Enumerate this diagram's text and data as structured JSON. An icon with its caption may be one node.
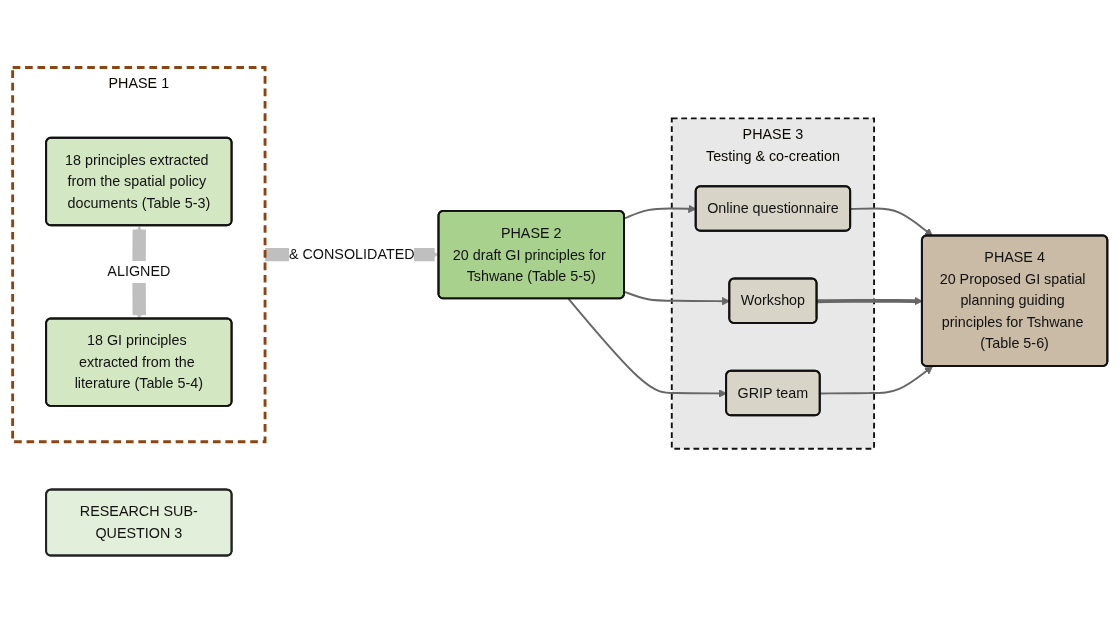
{
  "diagram": {
    "nodes": [
      {
        "text": [
          "RESEARCH SUB-QUESTION 3"
        ]
      },
      {
        "text": [
          "PHASE 1"
        ]
      },
      {
        "text": [
          "18 principles extracted from the spatial policy documents (Table 5-3)"
        ],
        "in": 1
      },
      {
        "text": [
          "18 GI principles extracted from the literature (Table 5-4)"
        ],
        "in": 1
      },
      {
        "text": [
          "PHASE 2",
          "20 draft GI principles for Tshwane (Table 5-5)"
        ]
      },
      {
        "text": [
          "PHASE 3",
          "Testing & co-creation"
        ]
      },
      {
        "text": [
          "Online questionnaire"
        ],
        "in": 5
      },
      {
        "text": [
          "Workshop"
        ],
        "in": 5
      },
      {
        "text": [
          "GRIP team"
        ],
        "in": 5
      },
      {
        "text": [
          "PHASE 4",
          "20 Proposed GI spatial planning guiding principles for Tshwane (Table 5-6)"
        ]
      }
    ],
    "edges": [
      {
        "from": 2,
        "to": 3,
        "arrow": "both",
        "label": "ALIGNED",
        "style": "thick",
        "color": "#bfbfbf"
      },
      {
        "from": 1,
        "to": 4,
        "arrow": "to",
        "label": "& CONSOLIDATED",
        "style": "thick",
        "color": "#bfbfbf"
      },
      {
        "from": 4,
        "to": 6,
        "arrow": "to"
      },
      {
        "from": 4,
        "to": 7,
        "arrow": "to"
      },
      {
        "from": 4,
        "to": 8,
        "arrow": "to"
      },
      {
        "from": 6,
        "to": 9,
        "arrow": "to"
      },
      {
        "from": 7,
        "to": 9,
        "arrow": "to",
        "style": "thick"
      },
      {
        "from": 8,
        "to": 9,
        "arrow": "to"
      }
    ]
  }
}
